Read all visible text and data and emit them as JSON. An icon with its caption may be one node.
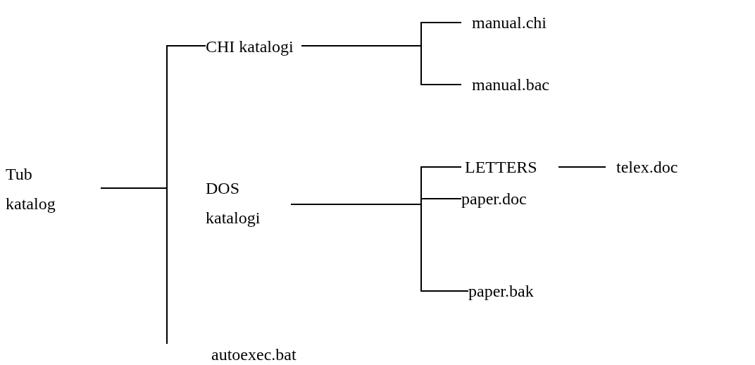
{
  "diagram": {
    "nodes": [
      {
        "text": [
          "Tub katalog"
        ]
      },
      {
        "text": [
          "CHI katalogi"
        ]
      },
      {
        "text": [
          "manual.chi"
        ]
      },
      {
        "text": [
          "manual.bac"
        ]
      },
      {
        "text": [
          "DOS katalogi"
        ]
      },
      {
        "text": [
          "LETTERS"
        ]
      },
      {
        "text": [
          "telex.doc"
        ]
      },
      {
        "text": [
          "paper.doc"
        ]
      },
      {
        "text": [
          "paper.bak"
        ]
      },
      {
        "text": [
          "autoexec.bat"
        ]
      }
    ],
    "edges": [
      {
        "from": 0,
        "to": 1,
        "arrow": "none"
      },
      {
        "from": 0,
        "to": 4,
        "arrow": "none"
      },
      {
        "from": 0,
        "to": 9,
        "arrow": "none"
      },
      {
        "from": 1,
        "to": 2,
        "arrow": "none"
      },
      {
        "from": 1,
        "to": 3,
        "arrow": "none"
      },
      {
        "from": 4,
        "to": 5,
        "arrow": "none"
      },
      {
        "from": 5,
        "to": 6,
        "arrow": "none"
      },
      {
        "from": 4,
        "to": 7,
        "arrow": "none"
      },
      {
        "from": 4,
        "to": 8,
        "arrow": "none"
      }
    ]
  }
}
